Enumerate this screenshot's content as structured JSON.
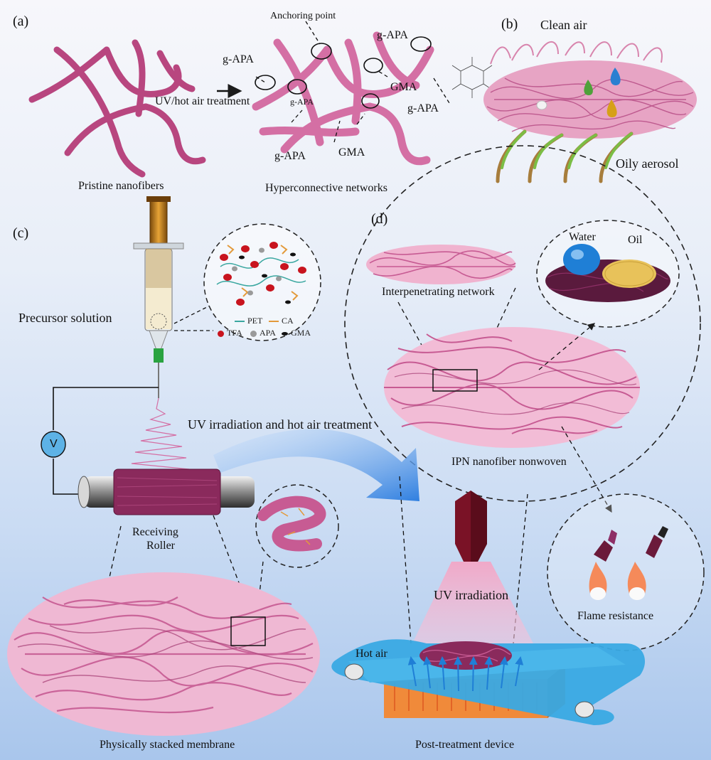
{
  "panels": {
    "a": {
      "tag": "(a)",
      "left_caption": "Pristine nanofibers",
      "right_caption": "Hyperconnective networks",
      "arrow_label": "UV/hot air treatment",
      "anchoring_label": "Anchoring point",
      "gapa_labels": [
        "g-APA",
        "g-APA",
        "g-APA",
        "g-APA",
        "g-APA"
      ],
      "gma_labels": [
        "GMA",
        "GMA"
      ]
    },
    "b": {
      "tag": "(b)",
      "top_label": "Clean air",
      "bottom_label": "Oily aerosol"
    },
    "c": {
      "tag": "(c)",
      "precursor_label": "Precursor solution",
      "legend": [
        "PET",
        "CA",
        "TFA",
        "APA",
        "GMA"
      ],
      "voltage_symbol": "V",
      "roller_label_1": "Receiving",
      "roller_label_2": "Roller",
      "membrane_caption": "Physically stacked membrane",
      "flow_label": "UV irradiation and hot air treatment"
    },
    "d": {
      "tag": "(d)",
      "network_label": "Interpenetrating network",
      "nonwoven_caption": "IPN nanofiber nonwoven",
      "water_label": "Water",
      "oil_label": "Oil",
      "flame_label": "Flame resistance"
    },
    "device": {
      "uv_label": "UV irradiation",
      "hot_air_label": "Hot air",
      "caption": "Post-treatment device"
    }
  },
  "colors": {
    "fiber": "#c75b93",
    "fiber_dark": "#8e2f66",
    "conveyor": "#39a9e3",
    "heater": "#f08a3a",
    "uv_lamp": "#7a1226",
    "uv_beam": "#f2a6c6",
    "arrow_blue": "#2f7fe0",
    "legend_pet": "#3aa7a0",
    "legend_ca": "#e39a3b",
    "legend_tfa": "#c8141e",
    "legend_apa": "#9a9a9a",
    "legend_gma": "#111111"
  }
}
